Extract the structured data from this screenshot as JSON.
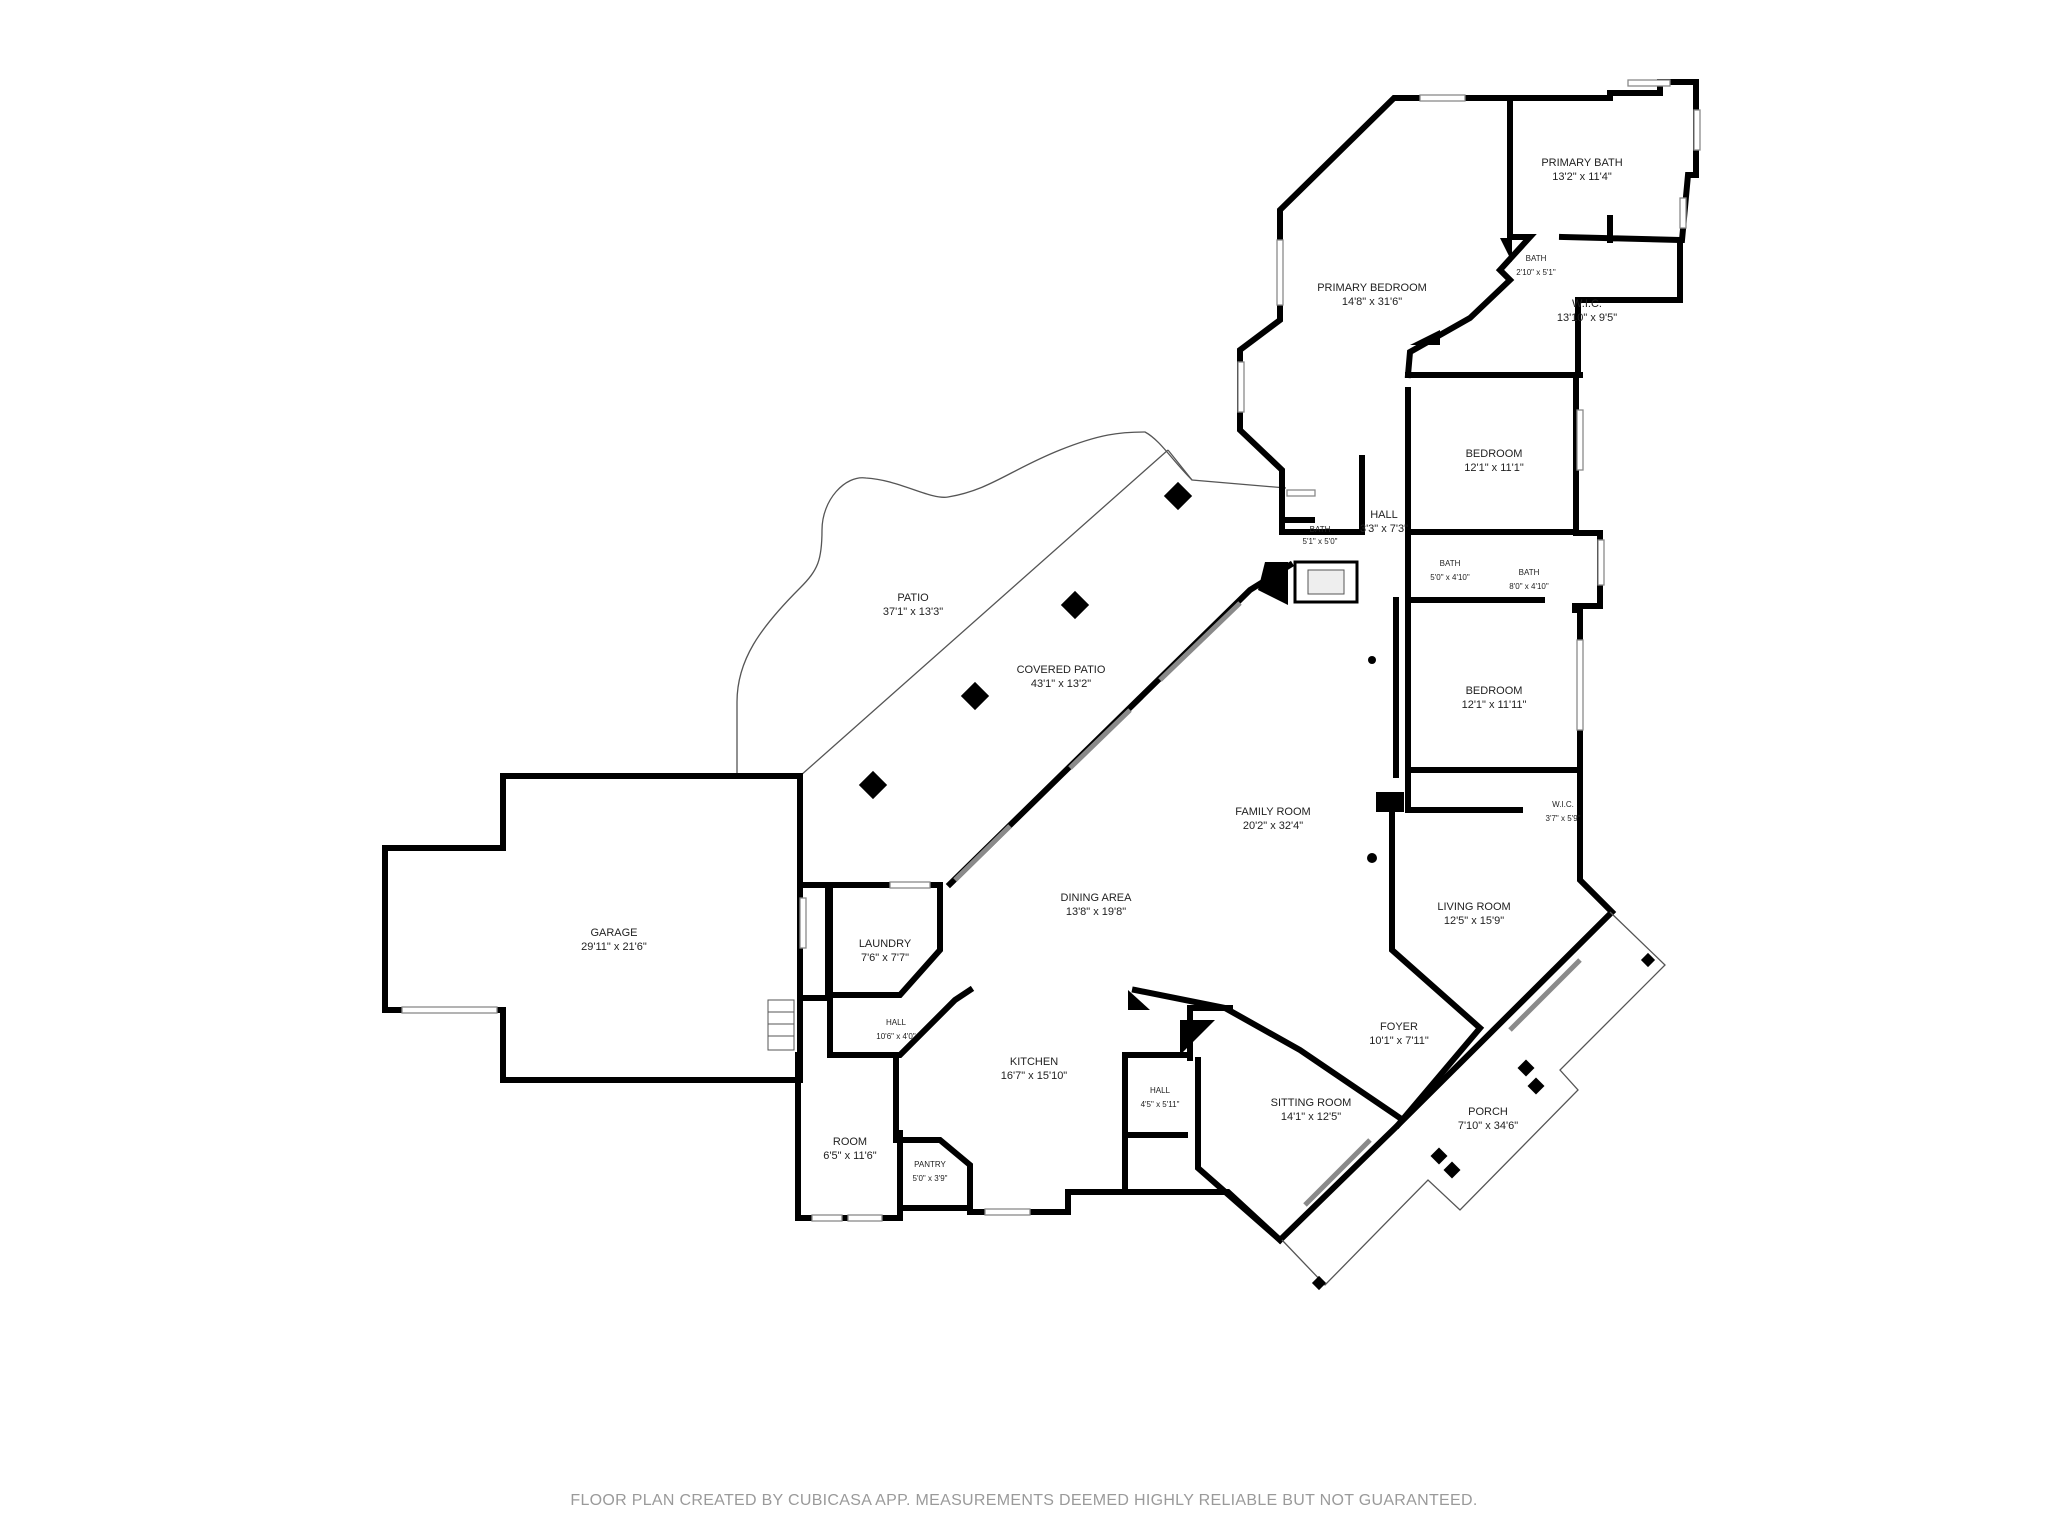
{
  "rooms": [
    {
      "id": "primary-bath",
      "label": "PRIMARY BATH",
      "dims": "13'2\" x 11'4\""
    },
    {
      "id": "primary-bath-wc",
      "label": "BATH",
      "dims": "2'10\" x 5'1\""
    },
    {
      "id": "primary-bedroom",
      "label": "PRIMARY BEDROOM",
      "dims": "14'8\" x 31'6\""
    },
    {
      "id": "primary-wic",
      "label": "W.I.C.",
      "dims": "13'10\" x 9'5\""
    },
    {
      "id": "bedroom-1",
      "label": "BEDROOM",
      "dims": "12'1\" x 11'1\""
    },
    {
      "id": "hall-1",
      "label": "HALL",
      "dims": "3'3\" x 7'3\""
    },
    {
      "id": "bath-1",
      "label": "BATH",
      "dims": "5'1\" x 5'0\""
    },
    {
      "id": "bath-2",
      "label": "BATH",
      "dims": "5'0\" x 4'10\""
    },
    {
      "id": "bath-3",
      "label": "BATH",
      "dims": "8'0\" x 4'10\""
    },
    {
      "id": "patio",
      "label": "PATIO",
      "dims": "37'1\" x 13'3\""
    },
    {
      "id": "covered-patio",
      "label": "COVERED PATIO",
      "dims": "43'1\" x 13'2\""
    },
    {
      "id": "bedroom-2",
      "label": "BEDROOM",
      "dims": "12'1\" x 11'11\""
    },
    {
      "id": "family-room",
      "label": "FAMILY ROOM",
      "dims": "20'2\" x 32'4\""
    },
    {
      "id": "wic-2",
      "label": "W.I.C.",
      "dims": "3'7\" x 5'9\""
    },
    {
      "id": "living-room",
      "label": "LIVING ROOM",
      "dims": "12'5\" x 15'9\""
    },
    {
      "id": "garage",
      "label": "GARAGE",
      "dims": "29'11\" x 21'6\""
    },
    {
      "id": "dining-area",
      "label": "DINING AREA",
      "dims": "13'8\" x 19'8\""
    },
    {
      "id": "laundry",
      "label": "LAUNDRY",
      "dims": "7'6\" x 7'7\""
    },
    {
      "id": "hall-2",
      "label": "HALL",
      "dims": "10'6\" x 4'0\""
    },
    {
      "id": "foyer",
      "label": "FOYER",
      "dims": "10'1\" x 7'11\""
    },
    {
      "id": "kitchen",
      "label": "KITCHEN",
      "dims": "16'7\" x 15'10\""
    },
    {
      "id": "hall-3",
      "label": "HALL",
      "dims": "4'5\" x 5'11\""
    },
    {
      "id": "sitting-room",
      "label": "SITTING ROOM",
      "dims": "14'1\" x 12'5\""
    },
    {
      "id": "porch",
      "label": "PORCH",
      "dims": "7'10\" x 34'6\""
    },
    {
      "id": "room",
      "label": "ROOM",
      "dims": "6'5\" x 11'6\""
    },
    {
      "id": "pantry",
      "label": "PANTRY",
      "dims": "5'0\" x 3'9\""
    }
  ],
  "footer": "FLOOR PLAN CREATED BY CUBICASA APP. MEASUREMENTS DEEMED HIGHLY RELIABLE BUT NOT GUARANTEED."
}
